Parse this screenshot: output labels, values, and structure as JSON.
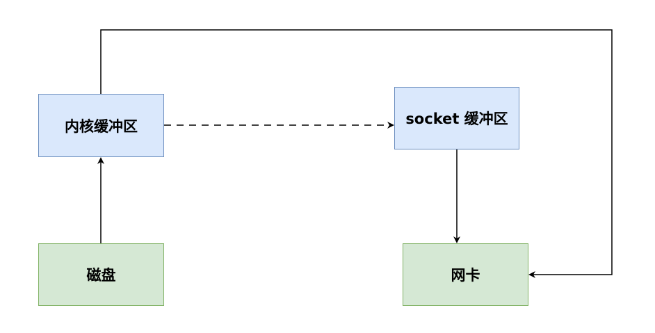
{
  "diagram": {
    "nodes": {
      "kernel_buffer": {
        "label": "内核缓冲区",
        "color": "#dae8fc",
        "border": "#6c8ebf"
      },
      "socket_buffer": {
        "label": "socket 缓冲区",
        "color": "#dae8fc",
        "border": "#6c8ebf"
      },
      "disk": {
        "label": "磁盘",
        "color": "#d5e8d4",
        "border": "#82b366"
      },
      "nic": {
        "label": "网卡",
        "color": "#d5e8d4",
        "border": "#82b366"
      }
    },
    "edges": [
      {
        "from": "disk",
        "to": "kernel_buffer",
        "style": "solid"
      },
      {
        "from": "kernel_buffer",
        "to": "socket_buffer",
        "style": "dashed"
      },
      {
        "from": "socket_buffer",
        "to": "nic",
        "style": "solid"
      },
      {
        "from": "kernel_buffer",
        "to": "nic",
        "style": "solid",
        "routing": "over-top-and-right"
      }
    ]
  }
}
